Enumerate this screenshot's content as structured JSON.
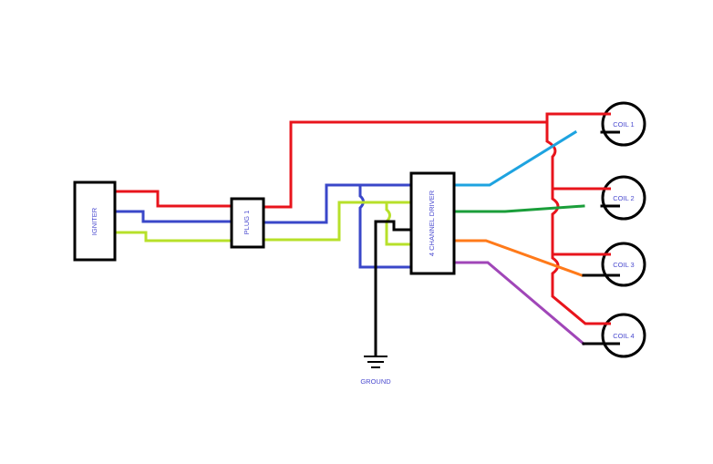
{
  "labels": {
    "igniter": "IGNITER",
    "plug": "PLUG 1",
    "driver": "4 CHANNEL DRIVER",
    "coil1": "COIL 1",
    "coil2": "COIL 2",
    "coil3": "COIL 3",
    "coil4": "COIL 4",
    "ground": "GROUND"
  },
  "colors": {
    "red": "#e8141c",
    "blue": "#3a47c9",
    "lime": "#b7e02a",
    "black": "#000000",
    "cyan": "#1ea3e0",
    "green": "#1a9e3a",
    "orange": "#ff7a1a",
    "purple": "#a046b8",
    "label": "#4a4acf"
  }
}
